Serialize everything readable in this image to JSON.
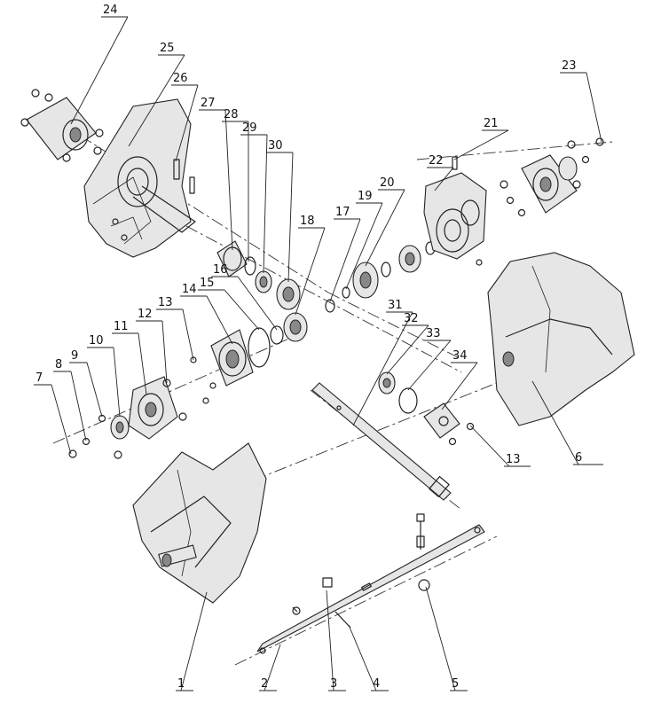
{
  "diagram": {
    "callouts": [
      "1",
      "2",
      "3",
      "4",
      "5",
      "6",
      "7",
      "8",
      "9",
      "10",
      "11",
      "12",
      "13",
      "14",
      "15",
      "16",
      "17",
      "18",
      "19",
      "20",
      "21",
      "22",
      "23",
      "24",
      "25",
      "26",
      "27",
      "28",
      "29",
      "30",
      "31",
      "32",
      "33",
      "34"
    ],
    "second_13": "13"
  }
}
